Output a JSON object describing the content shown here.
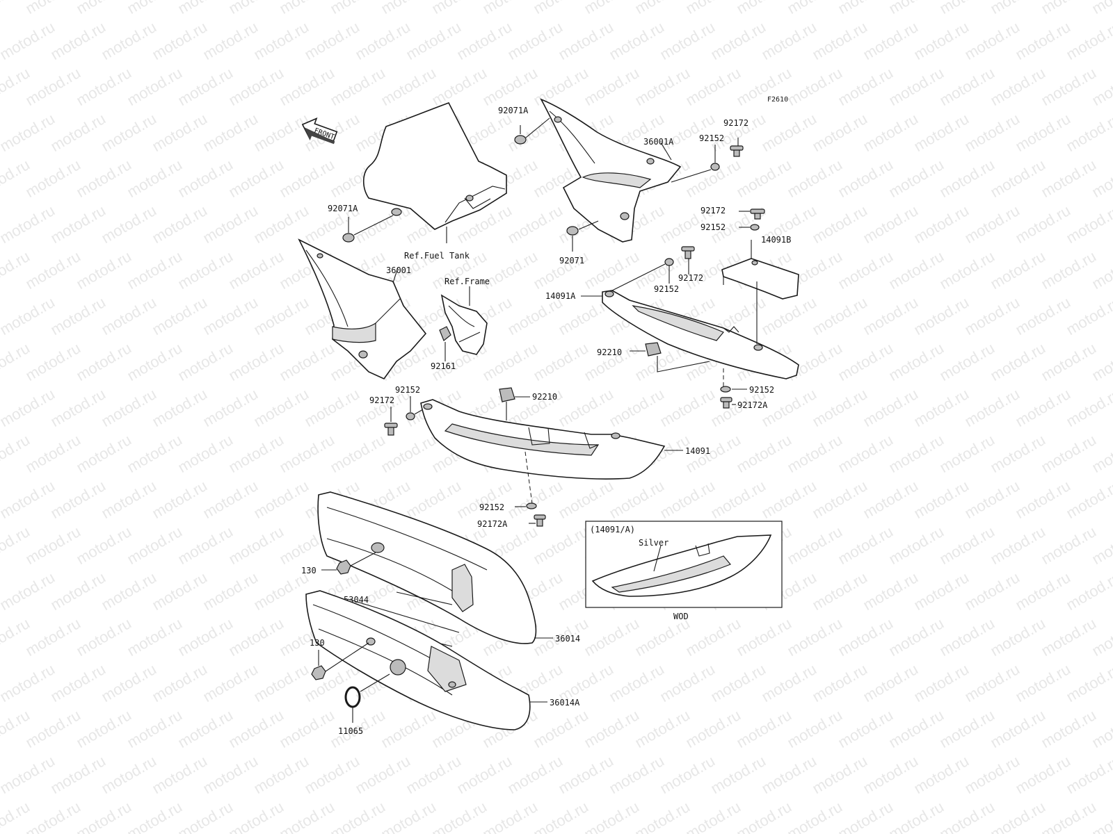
{
  "diagram_code": "F2610",
  "front_label": "FRONT",
  "watermark": "motod.ru",
  "refs": {
    "fuel_tank": "Ref.Fuel Tank",
    "frame": "Ref.Frame"
  },
  "parts": {
    "p92071A_top": "92071A",
    "p92071A_left": "92071A",
    "p92071": "92071",
    "p36001A": "36001A",
    "p36001": "36001",
    "p92172_top": "92172",
    "p92152_top": "92152",
    "p92172_mid": "92172",
    "p92152_mid": "92152",
    "p14091B": "14091B",
    "p92172_b": "92172",
    "p92152_b": "92152",
    "p14091A": "14091A",
    "p92210_right": "92210",
    "p92152_right": "92152",
    "p92172A_right": "92172A",
    "p92161": "92161",
    "p92152_left": "92152",
    "p92172_left": "92172",
    "p92210_center": "92210",
    "p14091": "14091",
    "p92152_low": "92152",
    "p92172A_low": "92172A",
    "p130_top": "130",
    "p53044": "53044",
    "p36014": "36014",
    "p130_low": "130",
    "p36014A": "36014A",
    "p11065": "11065"
  },
  "inset": {
    "title": "(14091/A)",
    "color_label": "Silver",
    "caption": "WOD"
  }
}
